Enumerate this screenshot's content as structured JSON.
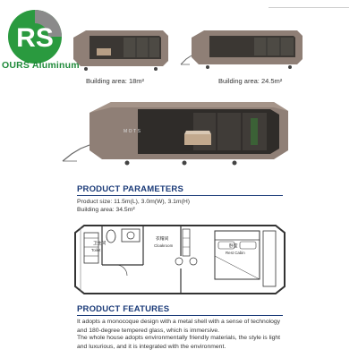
{
  "brand": {
    "logo_letters": "RS",
    "name": "OURS Aluminum",
    "green": "#2a9a3f",
    "grey": "#8a8a8a"
  },
  "models": [
    {
      "caption": "Building area: 18m²"
    },
    {
      "caption": "Building area: 24.5m²"
    }
  ],
  "main_cabin": {
    "label": "MOTS"
  },
  "parameters": {
    "title": "PRODUCT PARAMETERS",
    "size": "Product size: 11.5m(L), 3.0m(W), 3.1m(H)",
    "area": "Building area: 34.5m²"
  },
  "floorplan": {
    "rooms": [
      {
        "name": "卫生间",
        "name_en": "Toilet"
      },
      {
        "name": "衣帽间",
        "name_en": "Cloakroom"
      },
      {
        "name": "卧室",
        "name_en": "Rest Cabin"
      }
    ]
  },
  "features": {
    "title": "PRODUCT FEATURES",
    "paragraphs": [
      "It adopts a monocoque design with a metal shell with a sense of technology and 180-degree tempered glass, which is immersive.",
      "The whole house adopts environmentally friendly materials, the style is light and luxurious, and it is integrated with the environment."
    ]
  },
  "colors": {
    "heading": "#1a3a78",
    "shell": "#8f7f76"
  }
}
